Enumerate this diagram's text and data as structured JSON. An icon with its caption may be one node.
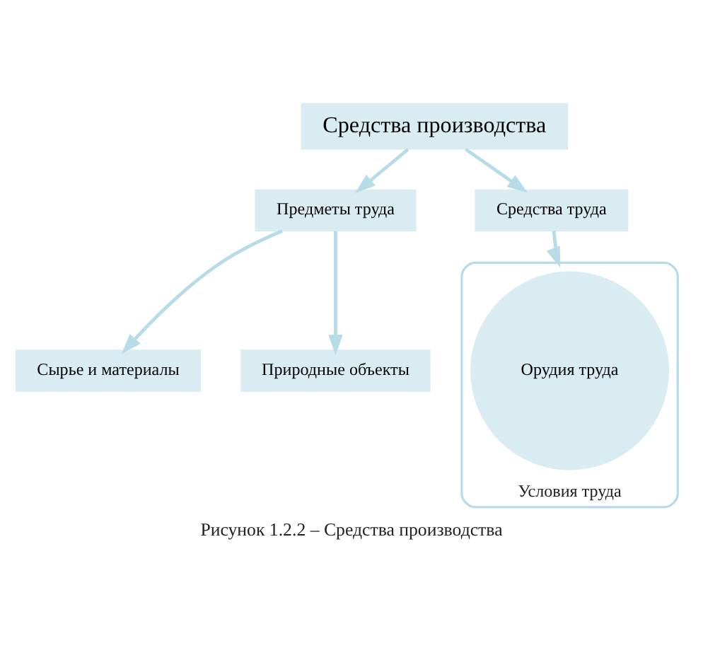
{
  "diagram": {
    "caption": "Рисунок 1.2.2 – Средства производства",
    "nodes": [
      {
        "text": [
          "Средства производства"
        ]
      },
      {
        "text": [
          "Предметы труда"
        ]
      },
      {
        "text": [
          "Средства труда"
        ]
      },
      {
        "text": [
          "Сырье и материалы"
        ]
      },
      {
        "text": [
          "Природные объекты"
        ]
      },
      {
        "text": [
          "Условия труда"
        ]
      },
      {
        "text": [
          "Орудия труда"
        ],
        "in": 5
      }
    ],
    "edges": [
      {
        "from": 0,
        "to": 1,
        "arrow": "to"
      },
      {
        "from": 0,
        "to": 2,
        "arrow": "to"
      },
      {
        "from": 1,
        "to": 3,
        "arrow": "to"
      },
      {
        "from": 1,
        "to": 4,
        "arrow": "to"
      },
      {
        "from": 2,
        "to": 5,
        "arrow": "to"
      }
    ]
  }
}
